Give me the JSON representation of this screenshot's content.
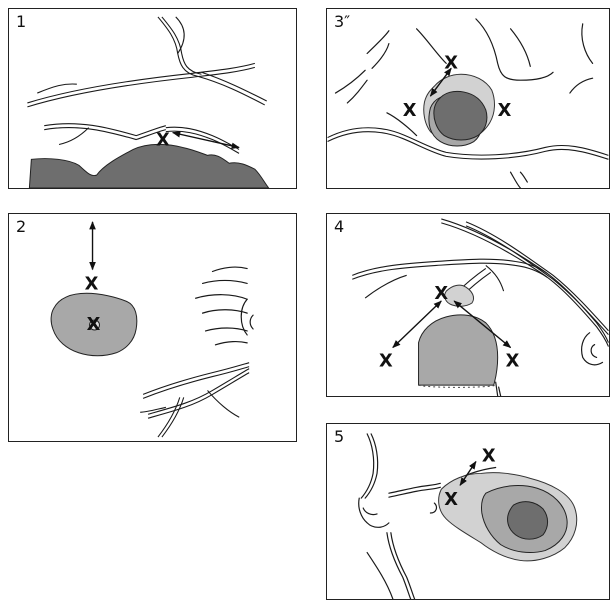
{
  "panels": [
    {
      "id": "1",
      "label": "1"
    },
    {
      "id": "2",
      "label": "2"
    },
    {
      "id": "3",
      "label": "3″"
    },
    {
      "id": "4",
      "label": "4"
    },
    {
      "id": "5",
      "label": "5"
    }
  ],
  "marker_glyph": "X",
  "colors": {
    "lesion_dark": "#6e6e6e",
    "lesion_mid": "#a8a8a8",
    "lesion_light": "#d2d2d2",
    "line": "#1a1a1a"
  }
}
